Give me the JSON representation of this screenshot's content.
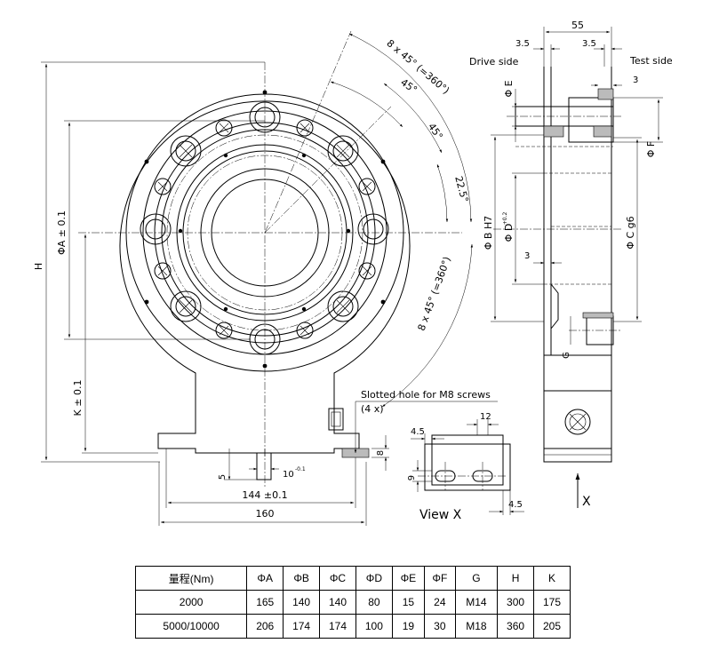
{
  "labels": {
    "phiA": "ΦA ± 0.1",
    "phiB": "Φ B H7",
    "phiD": "Φ D",
    "phiD_tol": "+0.2",
    "phiC": "Φ C g6",
    "phiE": "Φ E",
    "phiF": "Φ F",
    "H": "H",
    "K": "K ± 0.1",
    "G": "G",
    "d55": "55",
    "d3_5_left": "3.5",
    "d3_5_right": "3.5",
    "d3_top": "3",
    "d3_mid": "3",
    "drive_side": "Drive side",
    "test_side": "Test side",
    "ang_8x45_top": "8 x 45° (=360°)",
    "ang_45_a": "45°",
    "ang_45_b": "45°",
    "ang_22_5": "22.5°",
    "ang_8x45_bottom": "8 x 45° (=360°)",
    "slotted": "Slotted hole for M8 screws",
    "slotted_qty": "(4 x)",
    "d4_5_top": "4.5",
    "d12": "12",
    "d9": "9",
    "d4_5_bottom": "4.5",
    "view_x": "View X",
    "x_arrow": "X",
    "d5": "5",
    "d10": "10",
    "d10_tol": "-0.1",
    "d8": "8",
    "d144": "144 ±0.1",
    "d160": "160"
  },
  "table": {
    "headers": [
      "量程(Nm)",
      "ΦA",
      "ΦB",
      "ΦC",
      "ΦD",
      "ΦE",
      "ΦF",
      "G",
      "H",
      "K"
    ],
    "rows": [
      [
        "2000",
        "165",
        "140",
        "140",
        "80",
        "15",
        "24",
        "M14",
        "300",
        "175"
      ],
      [
        "5000/10000",
        "206",
        "174",
        "174",
        "100",
        "19",
        "30",
        "M18",
        "360",
        "205"
      ]
    ]
  }
}
